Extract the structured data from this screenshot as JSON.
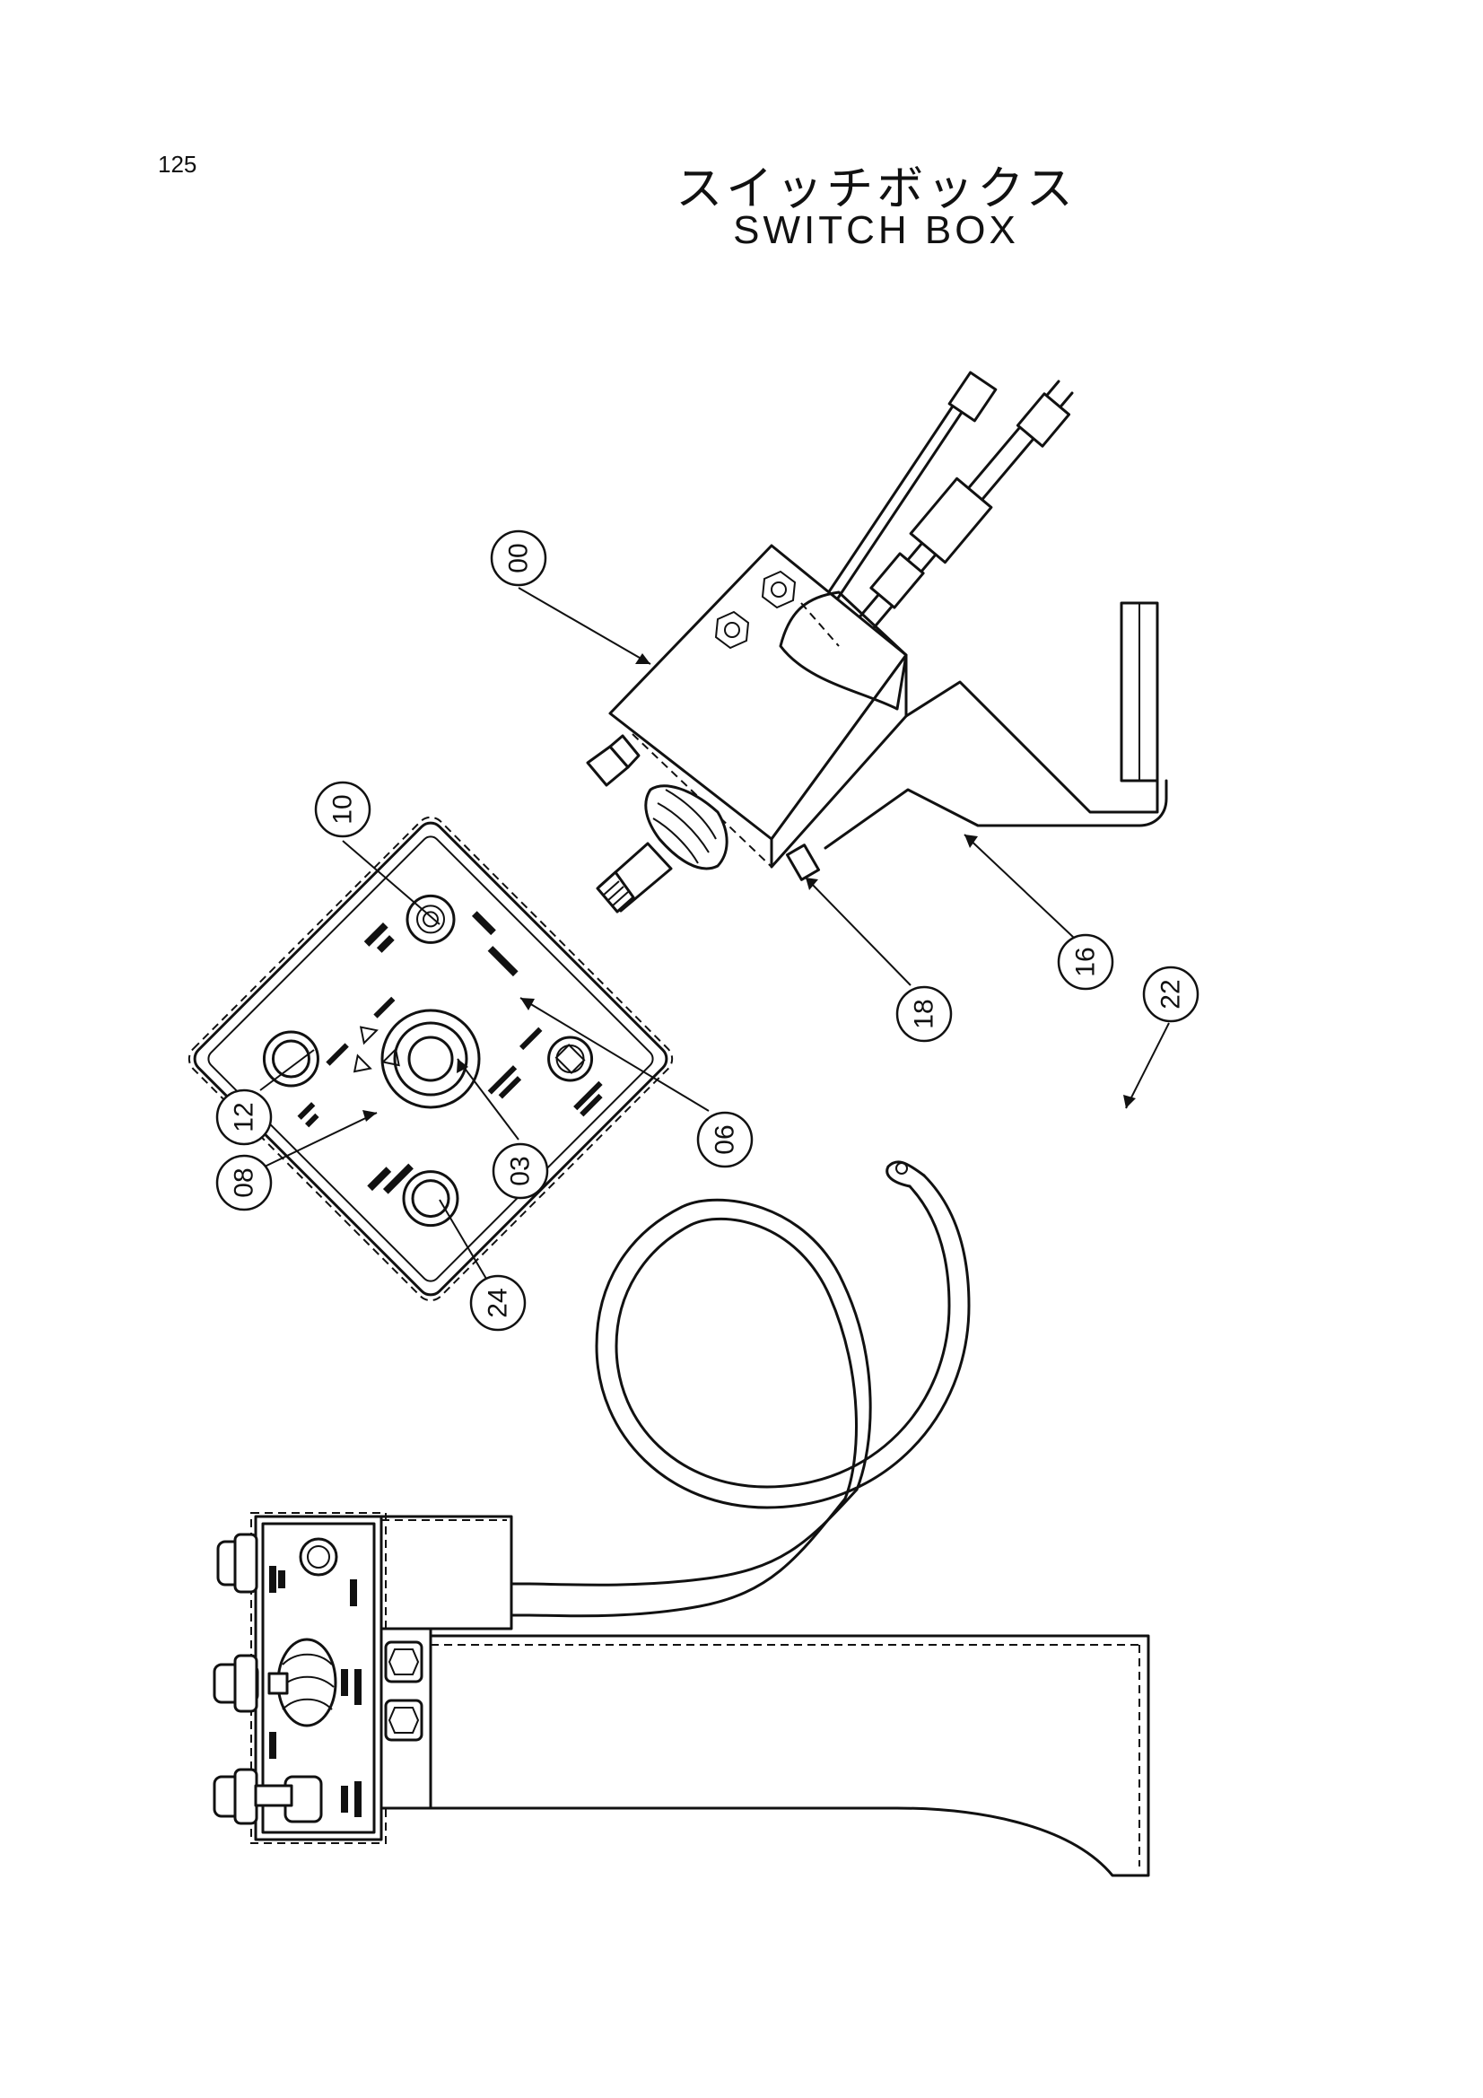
{
  "page": {
    "number": "125"
  },
  "title": {
    "japanese": "スイッチボックス",
    "english": "SWITCH BOX"
  },
  "callouts": [
    {
      "id": "callout-00",
      "label": "00"
    },
    {
      "id": "callout-10",
      "label": "10"
    },
    {
      "id": "callout-16",
      "label": "16"
    },
    {
      "id": "callout-18",
      "label": "18"
    },
    {
      "id": "callout-22",
      "label": "22"
    },
    {
      "id": "callout-06",
      "label": "06"
    },
    {
      "id": "callout-12",
      "label": "12"
    },
    {
      "id": "callout-03",
      "label": "03"
    },
    {
      "id": "callout-08",
      "label": "08"
    },
    {
      "id": "callout-24",
      "label": "24"
    }
  ],
  "colors": {
    "ink": "#111111",
    "paper": "#ffffff"
  }
}
